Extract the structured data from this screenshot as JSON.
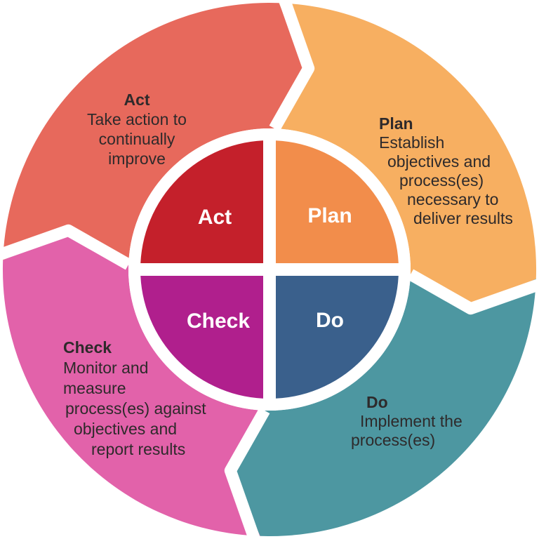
{
  "colors": {
    "background": "#FFFFFF",
    "divider": "#FFFFFF",
    "text": "#2E2A2B",
    "inner_label_text": "#FFFFFF",
    "act_outer": "#E7695C",
    "act_inner": "#C4202B",
    "plan_outer": "#F7AF61",
    "plan_inner": "#F28D4B",
    "do_outer": "#4D97A1",
    "do_inner": "#3A608C",
    "check_outer": "#E262AA",
    "check_inner": "#B01F8D"
  },
  "outer_labels": {
    "act": {
      "title": "Act",
      "lines": [
        "Take action to",
        "continually",
        "improve"
      ]
    },
    "plan": {
      "title": "Plan",
      "lines": [
        "Establish",
        "objectives and",
        "process(es)",
        "necessary to",
        "deliver results"
      ]
    },
    "do": {
      "title": "Do",
      "lines": [
        "Implement the",
        "process(es)"
      ]
    },
    "check": {
      "title": "Check",
      "lines": [
        "Monitor and",
        "measure",
        "process(es) against",
        "objectives and",
        "report results"
      ]
    }
  },
  "inner_labels": {
    "act": "Act",
    "plan": "Plan",
    "do": "Do",
    "check": "Check"
  }
}
